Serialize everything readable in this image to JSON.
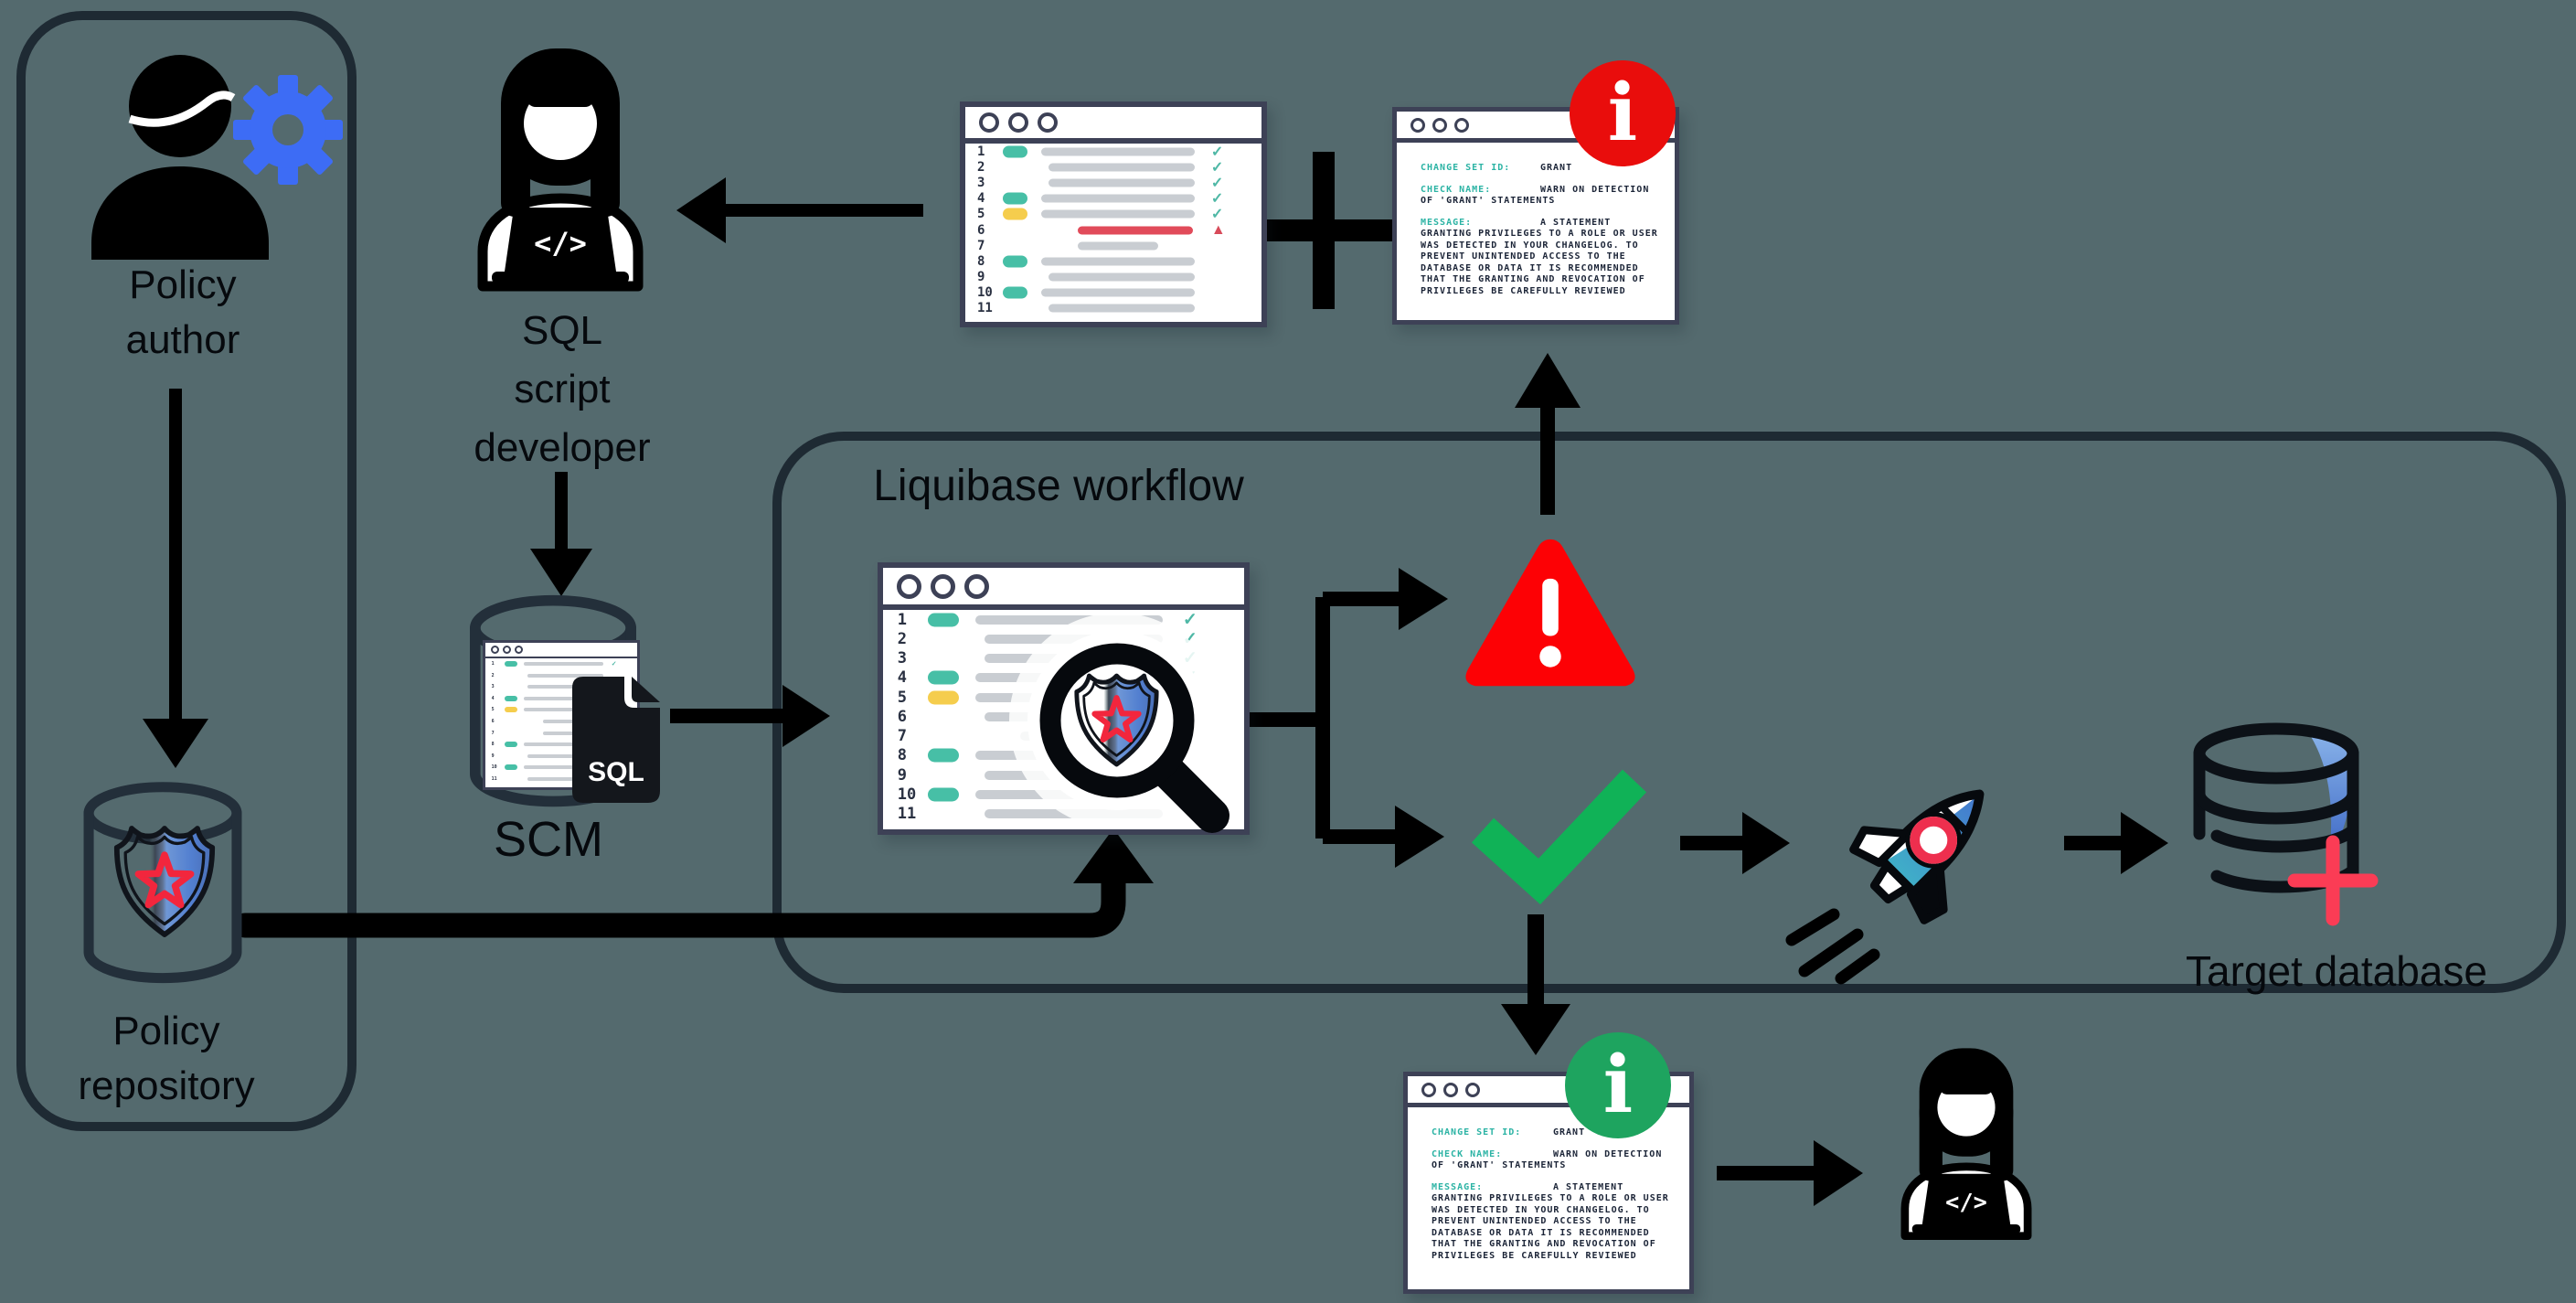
{
  "colors": {
    "background": "#546a6e",
    "panel_outline": "#1e2a33",
    "window_border": "#3d4156",
    "pill_teal": "#47bfa6",
    "pill_yellow": "#f5cd4d",
    "bar_gray": "#c9cdd2",
    "bar_red": "#e14b5a",
    "warning_triangle_red": "#fd0105",
    "success_green": "#10b257",
    "info_badge_red": "#e90d0c",
    "info_badge_green": "#1ea45f",
    "gear_blue": "#3d6cf5",
    "terminal_label_teal": "#2bb3a4",
    "terminal_text": "#1b2437",
    "plus_accent_red": "#fb3c55"
  },
  "labels": {
    "policy_author": [
      "Policy",
      "author"
    ],
    "policy_repository": [
      "Policy",
      "repository"
    ],
    "sql_developer": [
      "SQL",
      "script",
      "developer"
    ],
    "scm": "SCM",
    "workflow": "Liquibase workflow",
    "target_database": "Target database"
  },
  "icons": {
    "sql_file_label": "SQL",
    "laptop_code_glyph": "</>",
    "info_glyph": "i",
    "check_glyph": "✓",
    "warn_glyph": "▲"
  },
  "report": {
    "fields": [
      {
        "label": "CHANGE SET ID:",
        "value": "GRANT"
      },
      {
        "label": "CHECK NAME:",
        "value": "WARN ON DETECTION OF 'GRANT' STATEMENTS"
      },
      {
        "label": "MESSAGE:",
        "value": "A STATEMENT GRANTING PRIVILEGES TO A ROLE OR USER WAS DETECTED IN YOUR CHANGELOG. TO PREVENT UNINTENDED ACCESS TO THE DATABASE OR DATA IT IS RECOMMENDED THAT THE GRANTING AND REVOCATION OF PRIVILEGES BE CAREFULLY REVIEWED"
      }
    ]
  },
  "editors": {
    "top": {
      "rows": [
        {
          "n": 1,
          "pill": "teal",
          "bar": [
            25.5,
            52
          ],
          "mark": "check"
        },
        {
          "n": 2,
          "bar": [
            28,
            49.5
          ],
          "mark": "check"
        },
        {
          "n": 3,
          "bar": [
            28,
            49.5
          ],
          "mark": "check"
        },
        {
          "n": 4,
          "pill": "teal",
          "bar": [
            25.5,
            52
          ],
          "mark": "check"
        },
        {
          "n": 5,
          "pill": "yellow",
          "bar": [
            25.5,
            52
          ],
          "mark": "check"
        },
        {
          "n": 6,
          "bar": [
            38,
            39
          ],
          "color": "red",
          "mark": "warn"
        },
        {
          "n": 7,
          "bar": [
            38,
            27
          ]
        },
        {
          "n": 8,
          "pill": "teal",
          "bar": [
            25.5,
            52
          ]
        },
        {
          "n": 9,
          "bar": [
            28,
            49.5
          ]
        },
        {
          "n": 10,
          "pill": "teal",
          "bar": [
            25.5,
            52
          ]
        },
        {
          "n": 11,
          "bar": [
            28,
            49.5
          ]
        }
      ]
    },
    "main": {
      "rows": [
        {
          "n": 1,
          "pill": "teal",
          "bar": [
            25.5,
            52
          ],
          "mark": "check"
        },
        {
          "n": 2,
          "bar": [
            28,
            49.5
          ],
          "mark": "check"
        },
        {
          "n": 3,
          "bar": [
            28,
            49.5
          ],
          "mark": "check"
        },
        {
          "n": 4,
          "pill": "teal",
          "bar": [
            25.5,
            52
          ],
          "mark": "check"
        },
        {
          "n": 5,
          "pill": "yellow",
          "bar": [
            25.5,
            52
          ],
          "mark": "check"
        },
        {
          "n": 6,
          "bar": [
            28,
            49.5
          ]
        },
        {
          "n": 7,
          "bar": [
            38,
            27
          ]
        },
        {
          "n": 8,
          "pill": "teal",
          "bar": [
            25.5,
            52
          ]
        },
        {
          "n": 9,
          "bar": [
            28,
            49.5
          ]
        },
        {
          "n": 10,
          "pill": "teal",
          "bar": [
            25.5,
            52
          ]
        },
        {
          "n": 11,
          "bar": [
            28,
            49.5
          ]
        }
      ]
    },
    "mini": {
      "rows": [
        {
          "n": 1,
          "pill": "teal",
          "bar": [
            25.5,
            52
          ],
          "mark": "check"
        },
        {
          "n": 2,
          "bar": [
            28,
            49.5
          ]
        },
        {
          "n": 3,
          "bar": [
            28,
            49.5
          ]
        },
        {
          "n": 4,
          "pill": "teal",
          "bar": [
            25.5,
            52
          ]
        },
        {
          "n": 5,
          "pill": "yellow",
          "bar": [
            25.5,
            52
          ]
        },
        {
          "n": 6,
          "bar": [
            38,
            30
          ]
        },
        {
          "n": 7,
          "bar": [
            38,
            27
          ]
        },
        {
          "n": 8,
          "pill": "teal",
          "bar": [
            25.5,
            52
          ]
        },
        {
          "n": 9,
          "bar": [
            28,
            49.5
          ]
        },
        {
          "n": 10,
          "pill": "teal",
          "bar": [
            25.5,
            52
          ]
        },
        {
          "n": 11,
          "bar": [
            28,
            49.5
          ]
        }
      ]
    }
  }
}
